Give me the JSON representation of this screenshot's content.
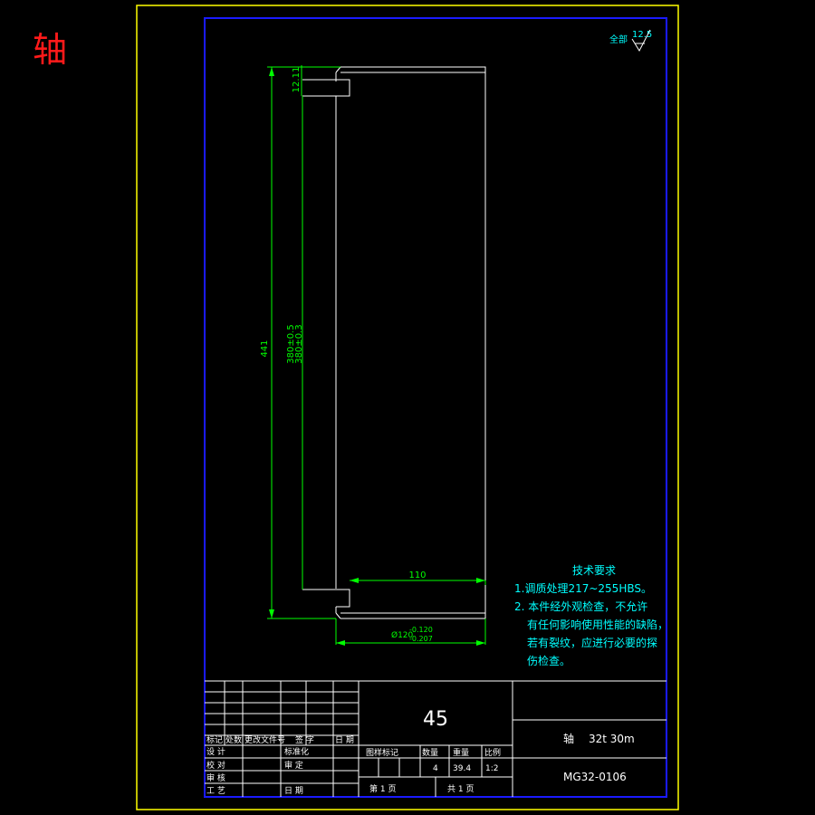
{
  "corner_title": "轴",
  "roughness": {
    "label": "全部",
    "value": "12.5"
  },
  "dimensions": {
    "overall_length": "441",
    "keyway_length": "12.11",
    "bore_length": "380±0.5",
    "bore_length_alt": "380±0.3",
    "end_length": "110",
    "diameter": "Ø120",
    "diameter_tol_upper": "-0.120",
    "diameter_tol_lower": "-0.207"
  },
  "tech_requirements": {
    "title": "技术要求",
    "lines": [
      "1.调质处理217~255HBS。",
      "2. 本件经外观检查，不允许",
      "有任何影响使用性能的缺陷，",
      "若有裂纹，应进行必要的探",
      "伤检查。"
    ]
  },
  "title_block": {
    "material": "45",
    "part_name": "轴",
    "part_spec": "32t 30m",
    "drawing_number": "MG32-0106",
    "quantity": "4",
    "weight": "39.4",
    "scale": "1:2",
    "headers": {
      "mark": "标记",
      "count": "处数",
      "change_doc": "更改文件号",
      "signature": "签 字",
      "date": "日 期",
      "stage_mark": "图样标记",
      "quantity": "数量",
      "weight": "重量",
      "scale": "比例",
      "design": "设 计",
      "standardize": "标准化",
      "proofread": "校 对",
      "review": "审 定",
      "audit": "审 核",
      "process": "工 艺",
      "date2": "日 期",
      "sheet": "第 1 页",
      "total": "共 1 页"
    }
  }
}
